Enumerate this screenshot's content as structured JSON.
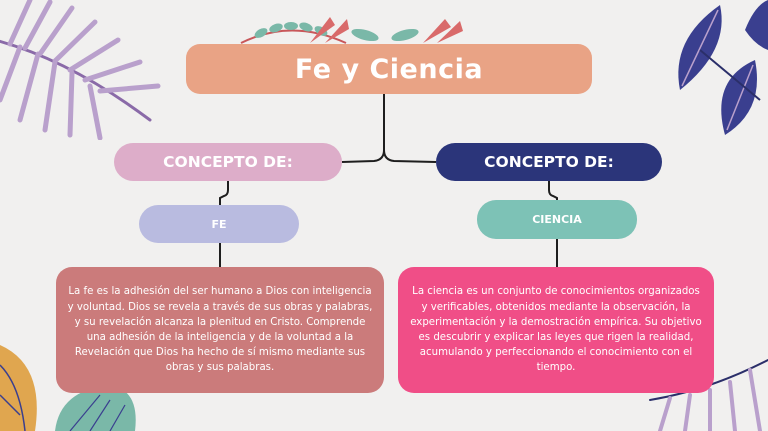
{
  "diagram": {
    "title": "Fe y Ciencia",
    "left_branch": {
      "concept_label": "CONCEPTO DE:",
      "term": "FE",
      "definition": "La fe es la adhesión del ser humano a Dios con inteligencia y voluntad. Dios se revela a través de sus obras y palabras, y su revelación alcanza la plenitud en Cristo. Comprende una adhesión de la inteligencia y de la voluntad a la Revelación que Dios ha hecho de sí mismo mediante sus obras y sus palabras."
    },
    "right_branch": {
      "concept_label": "CONCEPTO DE:",
      "term": "CIENCIA",
      "definition": "La ciencia es un conjunto de conocimientos organizados y verificables, obtenidos mediante la observación, la experimentación y la demostración empírica. Su objetivo es descubrir y explicar las leyes que rigen la realidad, acumulando y perfeccionando el conocimiento con el tiempo."
    }
  },
  "colors": {
    "background": "#f1f0ef",
    "title": "#e9a385",
    "concept_left": "#ddadc9",
    "concept_right": "#2b357a",
    "term_left": "#b9bbe0",
    "term_right": "#7dc2b6",
    "definition_left": "#cb7b7b",
    "definition_right": "#f04e87"
  },
  "decorations": [
    "palm-leaf-icon",
    "fern-leaf-icon",
    "tropical-leaf-icon",
    "monstera-leaf-icon"
  ]
}
